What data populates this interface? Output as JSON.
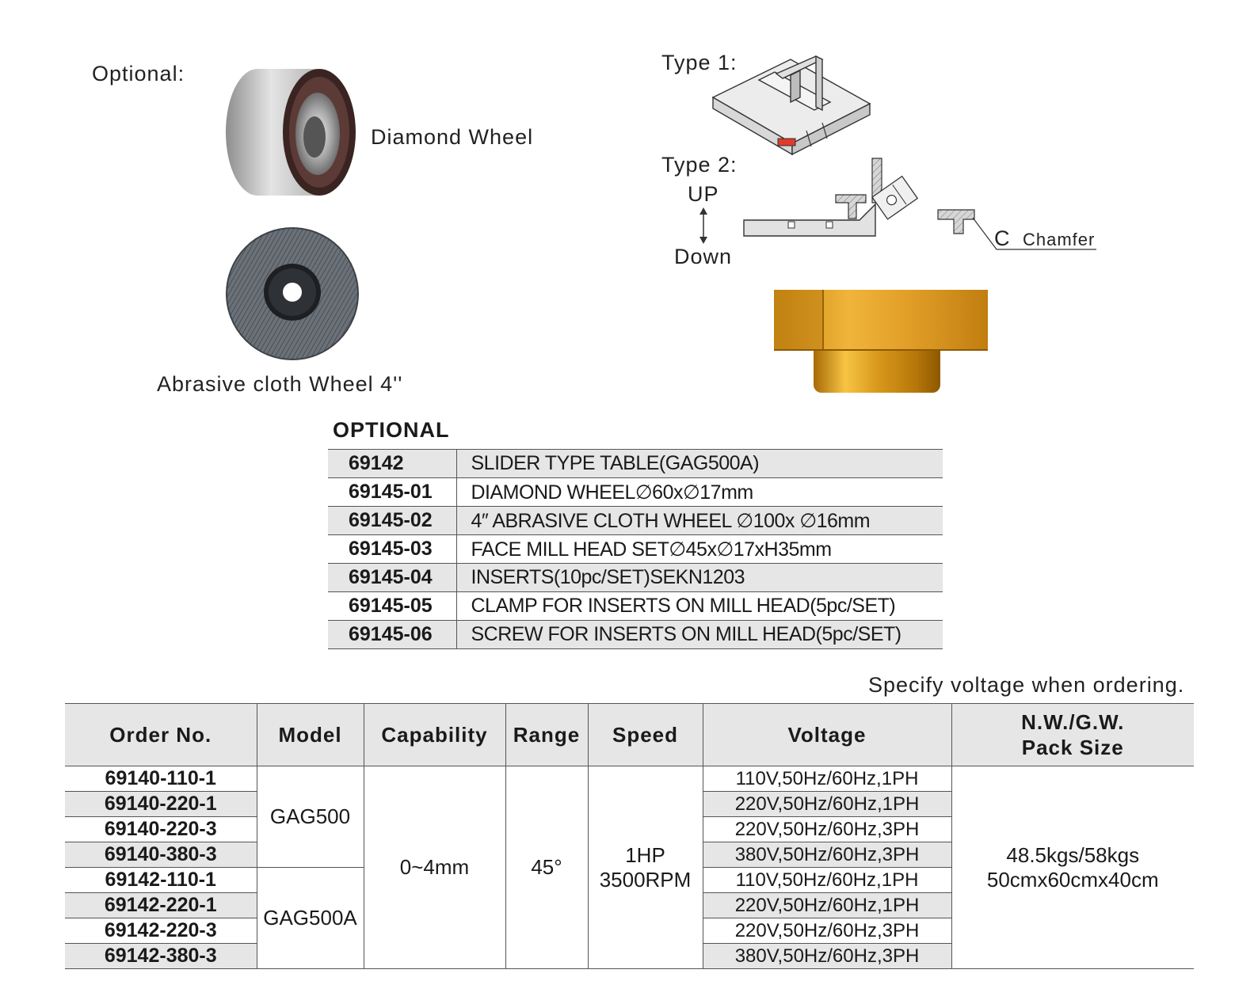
{
  "optional_label": "Optional:",
  "diamond_wheel_label": "Diamond Wheel",
  "abrasive_wheel_label": "Abrasive cloth Wheel 4''",
  "type1_label": "Type 1:",
  "type2_label": "Type 2:",
  "up_label": "UP",
  "down_label": "Down",
  "chamfer_c": "C",
  "chamfer_label": "Chamfer",
  "optional_heading": "OPTIONAL",
  "optional_items": [
    {
      "code": "69142",
      "desc": "SLIDER TYPE TABLE(GAG500A)"
    },
    {
      "code": "69145-01",
      "desc": "DIAMOND WHEEL∅60x∅17mm"
    },
    {
      "code": "69145-02",
      "desc": "4″ ABRASIVE CLOTH WHEEL ∅100x ∅16mm"
    },
    {
      "code": "69145-03",
      "desc": "FACE MILL HEAD SET∅45x∅17xH35mm"
    },
    {
      "code": "69145-04",
      "desc": "INSERTS(10pc/SET)SEKN1203"
    },
    {
      "code": "69145-05",
      "desc": "CLAMP FOR INSERTS ON MILL HEAD(5pc/SET)"
    },
    {
      "code": "69145-06",
      "desc": "SCREW FOR INSERTS ON MILL HEAD(5pc/SET)"
    }
  ],
  "voltage_note": "Specify voltage when ordering.",
  "spec": {
    "headers": {
      "order": "Order No.",
      "model": "Model",
      "capability": "Capability",
      "range": "Range",
      "speed": "Speed",
      "voltage": "Voltage",
      "pack_line1": "N.W./G.W.",
      "pack_line2": "Pack Size"
    },
    "rows": [
      {
        "order": "69140-110-1",
        "voltage": "110V,50Hz/60Hz,1PH"
      },
      {
        "order": "69140-220-1",
        "voltage": "220V,50Hz/60Hz,1PH"
      },
      {
        "order": "69140-220-3",
        "voltage": "220V,50Hz/60Hz,3PH"
      },
      {
        "order": "69140-380-3",
        "voltage": "380V,50Hz/60Hz,3PH"
      },
      {
        "order": "69142-110-1",
        "voltage": "110V,50Hz/60Hz,1PH"
      },
      {
        "order": "69142-220-1",
        "voltage": "220V,50Hz/60Hz,1PH"
      },
      {
        "order": "69142-220-3",
        "voltage": "220V,50Hz/60Hz,3PH"
      },
      {
        "order": "69142-380-3",
        "voltage": "380V,50Hz/60Hz,3PH"
      }
    ],
    "model_a": "GAG500",
    "model_b": "GAG500A",
    "capability": "0~4mm",
    "range": "45°",
    "speed_line1": "1HP",
    "speed_line2": "3500RPM",
    "weight": "48.5kgs/58kgs",
    "pack_size": "50cmx60cmx40cm"
  }
}
